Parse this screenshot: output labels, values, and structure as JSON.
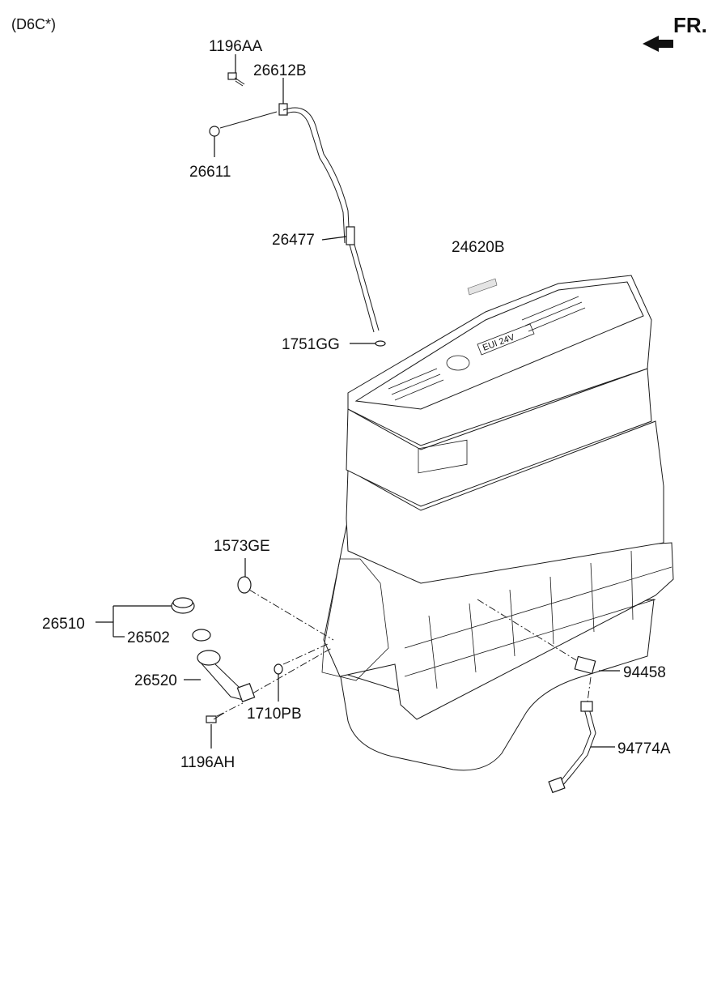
{
  "variant_label": "(D6C*)",
  "direction_label": "FR.",
  "parts": [
    {
      "id": "1196AA",
      "label": "1196AA"
    },
    {
      "id": "26612B",
      "label": "26612B"
    },
    {
      "id": "26611",
      "label": "26611"
    },
    {
      "id": "26477",
      "label": "26477"
    },
    {
      "id": "24620B",
      "label": "24620B"
    },
    {
      "id": "1751GG",
      "label": "1751GG"
    },
    {
      "id": "1573GE",
      "label": "1573GE"
    },
    {
      "id": "26510",
      "label": "26510"
    },
    {
      "id": "26502",
      "label": "26502"
    },
    {
      "id": "26520",
      "label": "26520"
    },
    {
      "id": "1710PB",
      "label": "1710PB"
    },
    {
      "id": "1196AH",
      "label": "1196AH"
    },
    {
      "id": "94458",
      "label": "94458"
    },
    {
      "id": "94774A",
      "label": "94774A"
    }
  ],
  "cover_text": "EUI 24V"
}
